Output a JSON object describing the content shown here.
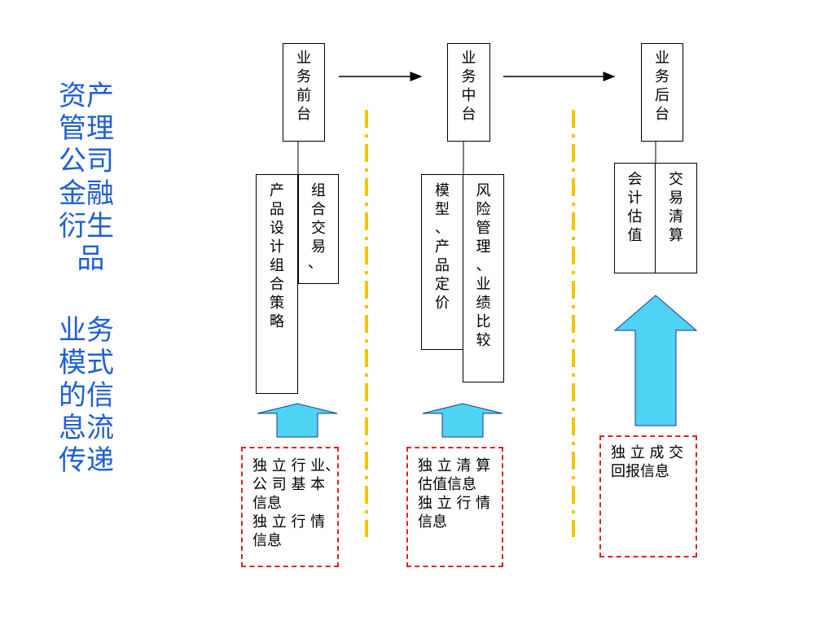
{
  "title": {
    "line1": "资产\n管理\n公司\n金融\n衍生\n 品",
    "line2": "业务\n模式\n的信\n息流\n传递"
  },
  "stages": {
    "front": "业\n务\n前\n台",
    "middle": "业\n务\n中\n台",
    "back": "业\n务\n后\n台"
  },
  "front_cells": {
    "left": "产\n品\n设\n计\n组\n合\n策\n略",
    "comma": "、",
    "right": "组\n合\n交\n易"
  },
  "middle_cells": {
    "left": "模\n型\n、\n产\n品\n定\n价",
    "right": "风\n险\n管\n理\n、\n业\n绩\n比\n较"
  },
  "back_cells": {
    "left": "会\n计\n估\n值",
    "right": "交\n易\n清\n算"
  },
  "sources": {
    "front": "独 立 行 业、\n公 司 基 本\n信息\n独 立 行 情\n信息",
    "middle": "独 立 清 算\n估值信息\n独 立 行 情\n信息",
    "back": "独 立 成 交\n回报信息"
  },
  "colors": {
    "title": "#1f5fd6",
    "divider": "#f5c400",
    "arrow_fill": "#4fd3f5",
    "dash_box": "#e02020"
  }
}
